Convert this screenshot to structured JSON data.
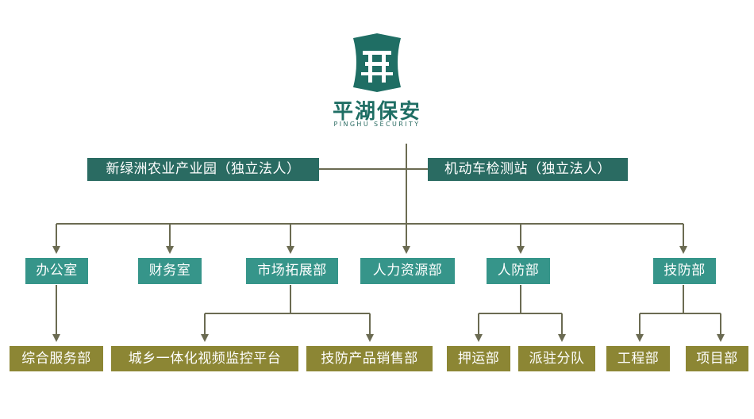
{
  "brand": {
    "name_cn": "平湖保安",
    "name_en": "PINGHU SECURITY",
    "color": "#1f6e64"
  },
  "colors": {
    "dark_box": "#2a6b62",
    "teal_box": "#36958a",
    "olive_box": "#8c8634",
    "connector": "#6b6b52"
  },
  "independent_units": [
    "新绿洲农业产业园（独立法人）",
    "机动车检测站（独立法人）"
  ],
  "departments": [
    "办公室",
    "财务室",
    "市场拓展部",
    "人力资源部",
    "人防部",
    "技防部"
  ],
  "sub_units": [
    "综合服务部",
    "城乡一体化视频监控平台",
    "技防产品销售部",
    "押运部",
    "派驻分队",
    "工程部",
    "项目部"
  ]
}
